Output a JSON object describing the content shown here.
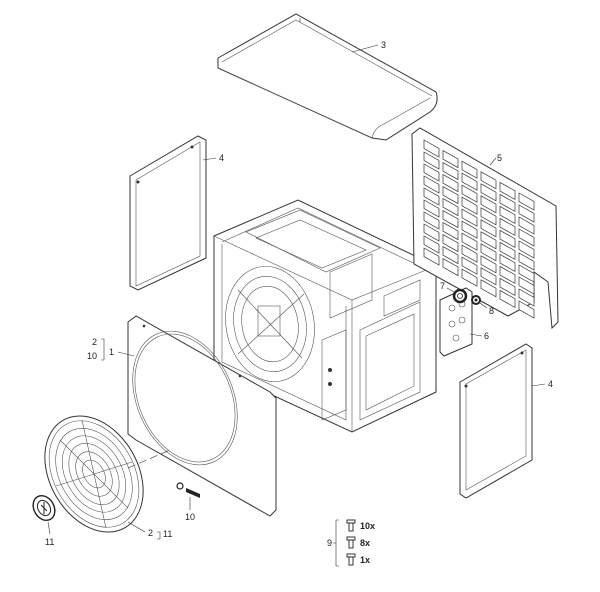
{
  "diagram": {
    "callouts": {
      "top_cover": "3",
      "left_panel": "4",
      "grille": "5",
      "right_panel": "4",
      "connection_plate": "6",
      "grommet_large": "7",
      "grommet_small": "8",
      "front_panel": "1",
      "front_panel_bracket_top": "2",
      "front_panel_bracket_bottom": "10",
      "label_plate": "10",
      "fan_guard": "2",
      "fan_guard_ref": "11",
      "logo_badge": "11",
      "screw_kit": "9"
    },
    "screws": [
      {
        "qty": "10x"
      },
      {
        "qty": "8x"
      },
      {
        "qty": "1x"
      }
    ]
  }
}
